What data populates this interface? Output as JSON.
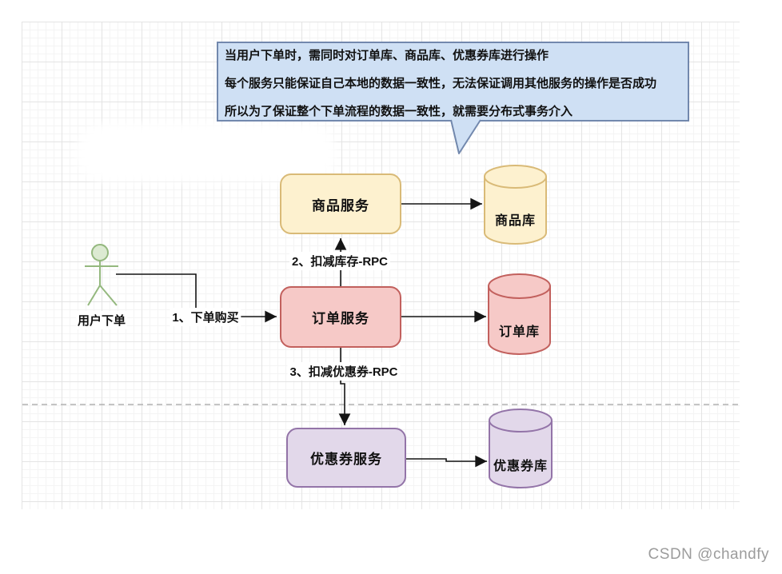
{
  "note": {
    "lines": [
      "当用户下单时，需同时对订单库、商品库、优惠券库进行操作",
      "每个服务只能保证自己本地的数据一致性，无法保证调用其他服务的操作是否成功",
      "所以为了保证整个下单流程的数据一致性，就需要分布式事务介入"
    ],
    "fill": "#cfe0f4",
    "stroke": "#7288ad"
  },
  "actor": {
    "label": "用户下单",
    "stroke": "#94b87e",
    "head_fill": "#dcead2"
  },
  "services": {
    "product": {
      "label": "商品服务",
      "db_label": "商品库",
      "fill": "#fdf1cf",
      "stroke": "#d9ba77"
    },
    "order": {
      "label": "订单服务",
      "db_label": "订单库",
      "fill": "#f6c9c7",
      "stroke": "#c2605d"
    },
    "coupon": {
      "label": "优惠券服务",
      "db_label": "优惠券库",
      "fill": "#e2d8ea",
      "stroke": "#9374a8"
    }
  },
  "edges": {
    "order_create": "1、下单购买",
    "deduct_stock": "2、扣减库存-RPC",
    "deduct_coupon": "3、扣减优惠券-RPC"
  },
  "separator": {
    "style": "dashed",
    "color": "#b0b0b0"
  },
  "watermark": "CSDN @chandfy"
}
